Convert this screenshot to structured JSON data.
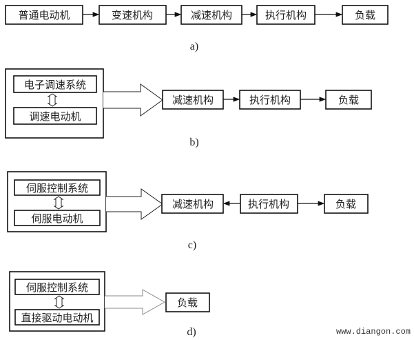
{
  "diagrams": {
    "a": {
      "caption": "a)",
      "boxes": [
        "普通电动机",
        "变速机构",
        "减速机构",
        "执行机构",
        "负载"
      ]
    },
    "b": {
      "caption": "b)",
      "group": [
        "电子调速系统",
        "调速电动机"
      ],
      "boxes": [
        "减速机构",
        "执行机构",
        "负载"
      ]
    },
    "c": {
      "caption": "c)",
      "group": [
        "伺服控制系统",
        "伺服电动机"
      ],
      "boxes": [
        "减速机构",
        "执行机构",
        "负载"
      ]
    },
    "d": {
      "caption": "d)",
      "group": [
        "伺服控制系统",
        "直接驱动电动机"
      ],
      "boxes": [
        "负载"
      ]
    }
  },
  "watermark": "www.diangon.com"
}
